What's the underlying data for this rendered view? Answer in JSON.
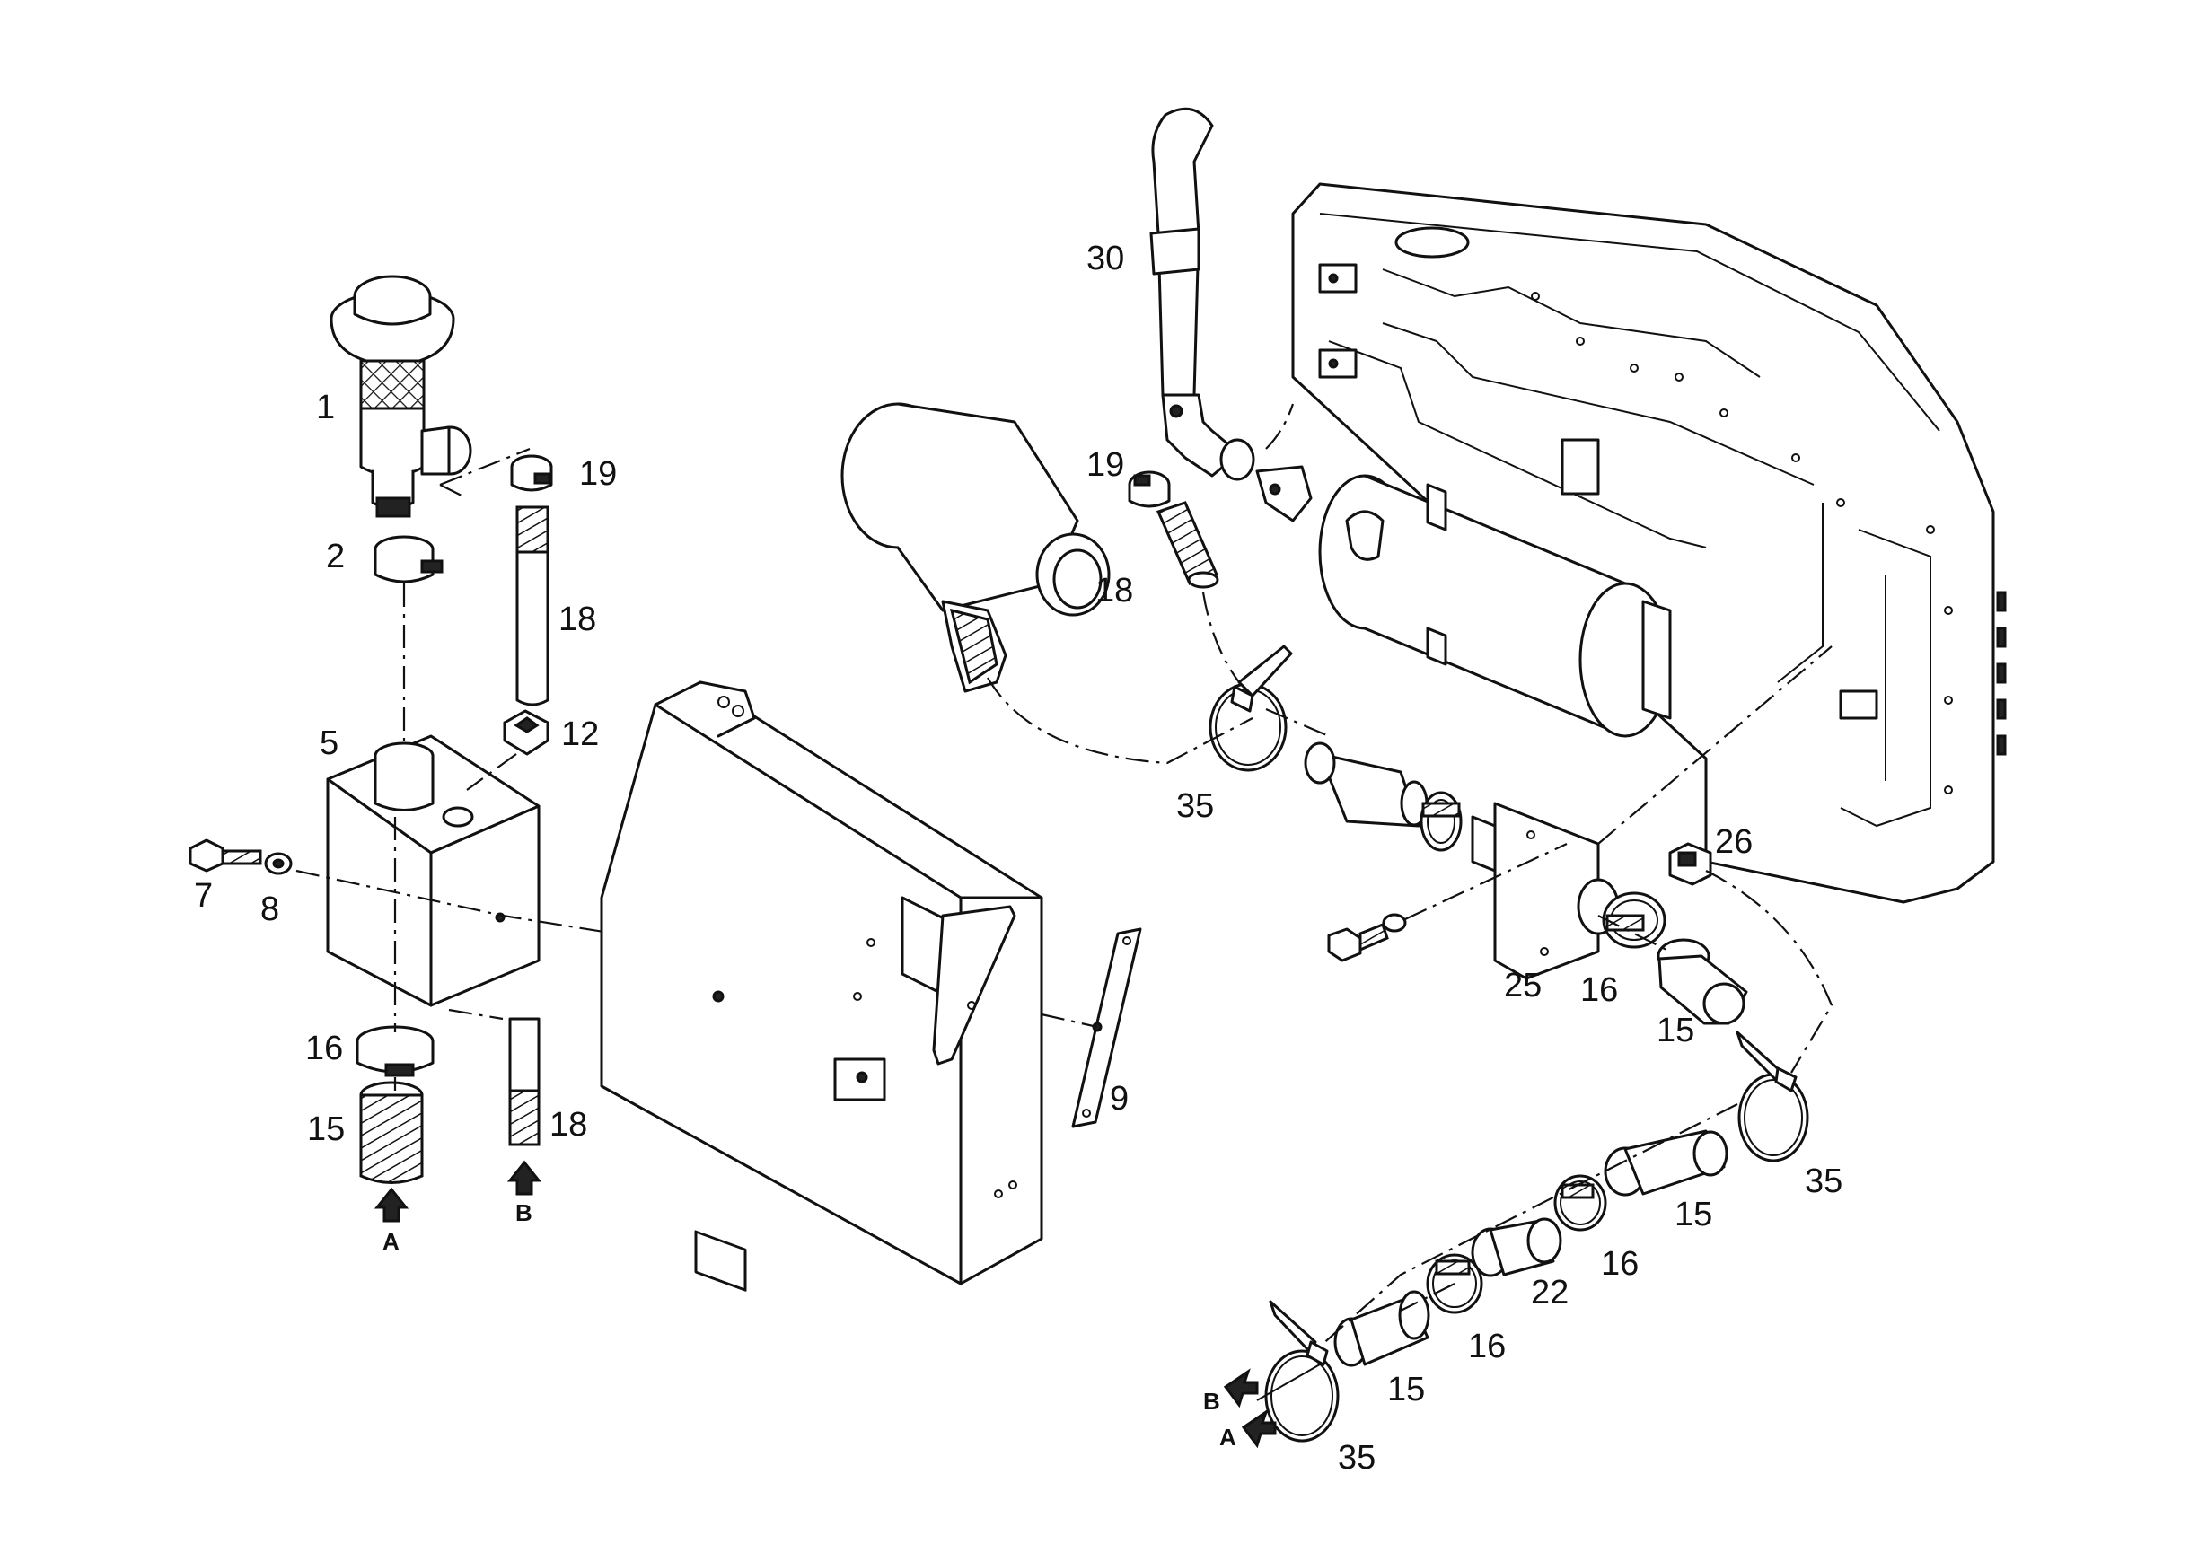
{
  "callouts": [
    {
      "id": "c1",
      "text": "1"
    },
    {
      "id": "c2",
      "text": "2"
    },
    {
      "id": "c19a",
      "text": "19"
    },
    {
      "id": "c18a",
      "text": "18"
    },
    {
      "id": "c5",
      "text": "5"
    },
    {
      "id": "c12",
      "text": "12"
    },
    {
      "id": "c7",
      "text": "7"
    },
    {
      "id": "c8",
      "text": "8"
    },
    {
      "id": "c16a",
      "text": "16"
    },
    {
      "id": "c15a",
      "text": "15"
    },
    {
      "id": "c18b",
      "text": "18"
    },
    {
      "id": "c9",
      "text": "9"
    },
    {
      "id": "c30",
      "text": "30"
    },
    {
      "id": "c19b",
      "text": "19"
    },
    {
      "id": "c18c",
      "text": "18"
    },
    {
      "id": "c35a",
      "text": "35"
    },
    {
      "id": "c26",
      "text": "26"
    },
    {
      "id": "c25",
      "text": "25"
    },
    {
      "id": "c16b",
      "text": "16"
    },
    {
      "id": "c15b",
      "text": "15"
    },
    {
      "id": "c35b",
      "text": "35"
    },
    {
      "id": "c15c",
      "text": "15"
    },
    {
      "id": "c16c",
      "text": "16"
    },
    {
      "id": "c22",
      "text": "22"
    },
    {
      "id": "c16d",
      "text": "16"
    },
    {
      "id": "c15d",
      "text": "15"
    },
    {
      "id": "c35c",
      "text": "35"
    }
  ],
  "flow_markers": [
    {
      "id": "mA1",
      "text": "A"
    },
    {
      "id": "mB1",
      "text": "B"
    },
    {
      "id": "mB2",
      "text": "B"
    },
    {
      "id": "mA2",
      "text": "A"
    }
  ]
}
